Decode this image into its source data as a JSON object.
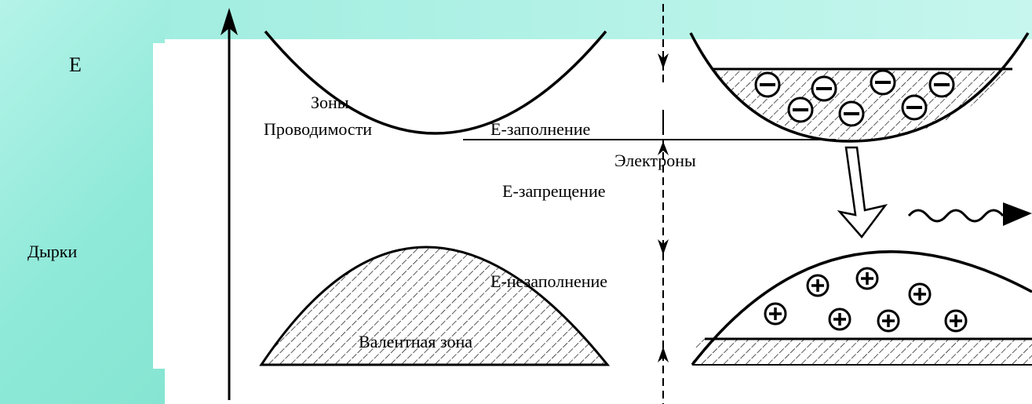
{
  "labels": {
    "energy_axis": "E",
    "holes": "Дырки",
    "conduction_zone_line1": "Зоны",
    "conduction_zone_line2": "Проводимости",
    "fill_energy": "E-заполнение",
    "electrons": "Электроны",
    "forbidden_energy": "E-запрещение",
    "unfilled_energy": "E-незаполнение",
    "valence_zone": "Валентная зона"
  },
  "symbols": {
    "electron": "−",
    "hole": "+"
  },
  "colors": {
    "background_accent": "#8ee9d8",
    "line": "#000000",
    "hatch": "#000000"
  }
}
